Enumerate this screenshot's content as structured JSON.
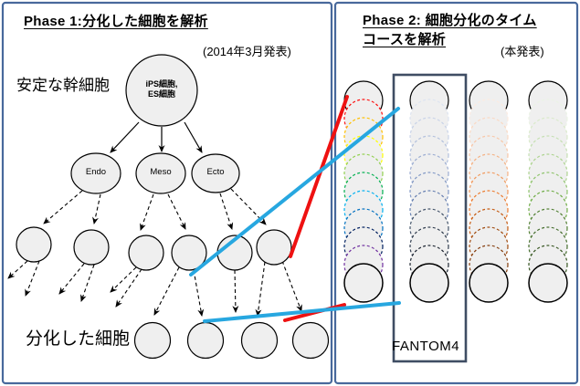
{
  "palette": {
    "panel_border": "#48699c",
    "node_fill": "#efefef",
    "node_stroke": "#000000",
    "fantom_box_border": "#3f4d63",
    "connector_red": "#ee1111",
    "connector_cyan": "#27a7e0"
  },
  "left_panel": {
    "title": "Phase 1:分化した細胞を解析",
    "subtitle": "(2014年3月発表)",
    "stable_stem_label": "安定な幹細胞",
    "root_cell_line1": "iPS細胞,",
    "root_cell_line2": "ES細胞",
    "germ_layers": [
      "Endo",
      "Meso",
      "Ecto"
    ],
    "differentiated_label": "分化した細胞"
  },
  "right_panel": {
    "title_line1": "Phase 2: 細胞分化のタイム",
    "title_line2": "コースを解析",
    "subtitle": "(本発表)",
    "fantom_label": "FANTOM4",
    "columns": [
      {
        "name": "timecourse-rainbow",
        "arc_colors": [
          "#000000",
          "#fe0d0d",
          "#ffc000",
          "#ffff00",
          "#92d050",
          "#00b050",
          "#00b0f0",
          "#0070c0",
          "#002060",
          "#7030a0",
          "#000000"
        ]
      },
      {
        "name": "timecourse-blue-fantom4",
        "arc_colors": [
          "#000000",
          "#dde4f0",
          "#c9d3e8",
          "#b3c1dd",
          "#9cadd2",
          "#8299c5",
          "#6780b1",
          "#44546a",
          "#2f3b4d",
          "#1c2430",
          "#000000"
        ]
      },
      {
        "name": "timecourse-orange",
        "arc_colors": [
          "#000000",
          "#fcebe0",
          "#fad9c4",
          "#f8c7a8",
          "#f5b183",
          "#f19a5e",
          "#ed7d31",
          "#c55a11",
          "#a04a0e",
          "#843c0c",
          "#000000"
        ]
      },
      {
        "name": "timecourse-green",
        "arc_colors": [
          "#000000",
          "#ebf3e5",
          "#daeacb",
          "#c6e0b4",
          "#aed491",
          "#8fc46d",
          "#70ad47",
          "#538135",
          "#466e2e",
          "#385723",
          "#000000"
        ]
      }
    ]
  }
}
